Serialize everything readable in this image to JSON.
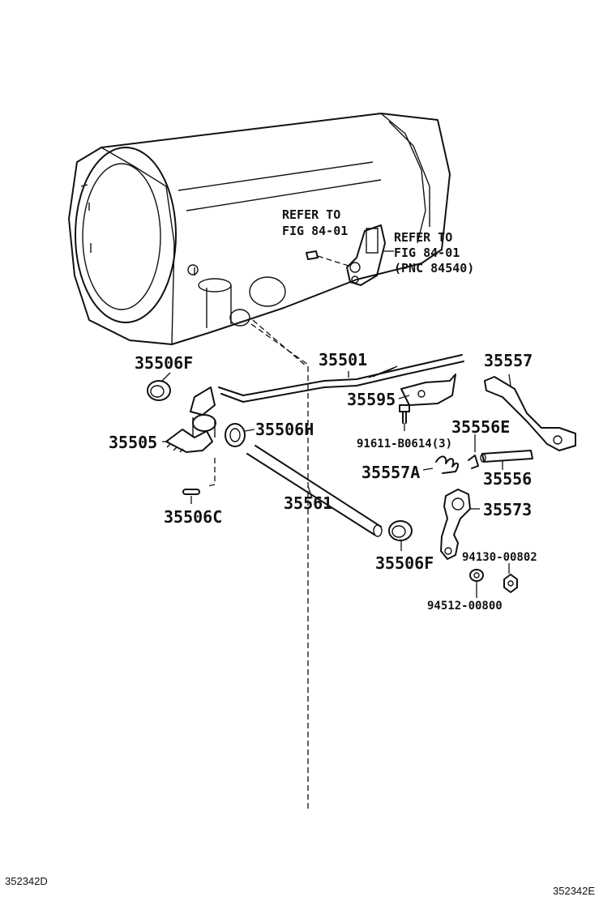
{
  "diagram": {
    "labels": {
      "refer_top_line1": "REFER TO",
      "refer_top_line2": "FIG 84-01",
      "refer_right_line1": "REFER TO",
      "refer_right_line2": "FIG 84-01",
      "refer_right_line3": "(PNC 84540)",
      "p35506f_top": "35506F",
      "p35501": "35501",
      "p35557": "35557",
      "p35595": "35595",
      "p35505": "35505",
      "p35506h": "35506H",
      "p35556e": "35556E",
      "p91611": "91611-B0614(3)",
      "p35557a": "35557A",
      "p35556": "35556",
      "p35506c": "35506C",
      "p35561": "35561",
      "p35573": "35573",
      "p35506f_bottom": "35506F",
      "p94130": "94130-00802",
      "p94512": "94512-00800"
    }
  },
  "footer": {
    "left_code": "352342D",
    "right_code": "352342E"
  }
}
